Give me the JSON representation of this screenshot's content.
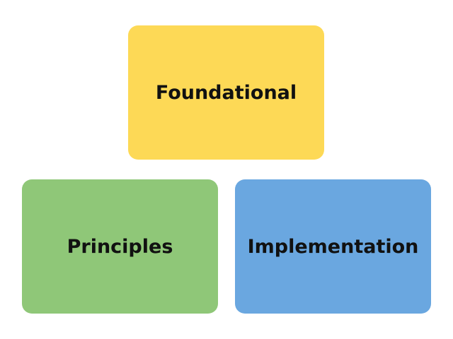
{
  "blocks": {
    "top": {
      "label": "Foundational",
      "color": "#FDD956"
    },
    "left": {
      "label": "Principles",
      "color": "#8FC778"
    },
    "right": {
      "label": "Implementation",
      "color": "#6AA7E0"
    }
  }
}
